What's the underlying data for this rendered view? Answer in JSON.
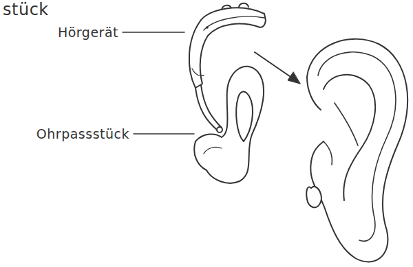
{
  "diagram": {
    "labels": [
      "stück",
      "Hörgerät",
      "Ohrpassstück"
    ]
  }
}
